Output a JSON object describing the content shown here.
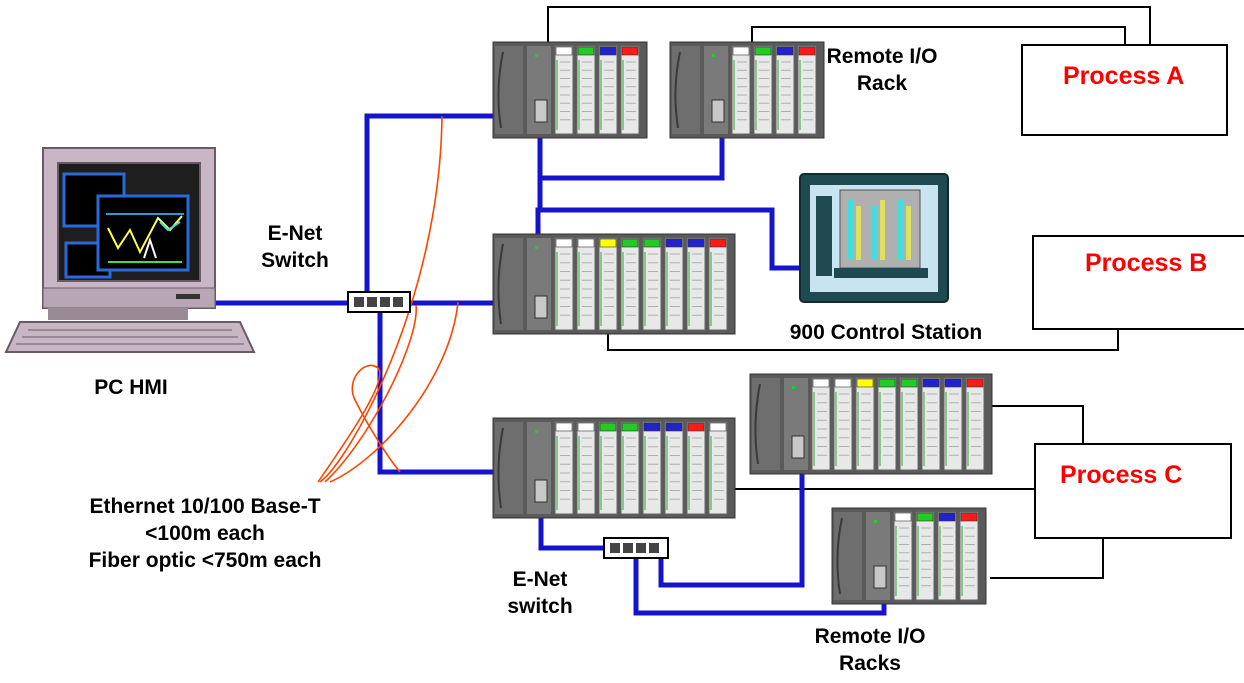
{
  "labels": {
    "pc_hmi": "PC HMI",
    "enet_switch_top_line1": "E-Net",
    "enet_switch_top_line2": "Switch",
    "enet_switch_bottom_line1": "E-Net",
    "enet_switch_bottom_line2": "switch",
    "remote_io_rack_line1": "Remote I/O",
    "remote_io_rack_line2": "Rack",
    "remote_io_racks_line1": "Remote I/O",
    "remote_io_racks_line2": "Racks",
    "control_station": "900 Control Station",
    "ethernet_line1": "Ethernet 10/100 Base-T",
    "ethernet_line2": "<100m each",
    "ethernet_line3": "Fiber optic <750m each"
  },
  "processes": {
    "a": "Process A",
    "b": "Process B",
    "c": "Process C"
  },
  "colors": {
    "ethernet_cable": "#1414cc",
    "fiber_cable": "#ff4400",
    "process_label": "#ff0000",
    "rack_body": "#5a5a5a",
    "station_frame": "#1f4a52",
    "module_tabs": [
      "#ffffff",
      "#22cc22",
      "#2222cc",
      "#ff1a1a",
      "#ffff00"
    ]
  }
}
